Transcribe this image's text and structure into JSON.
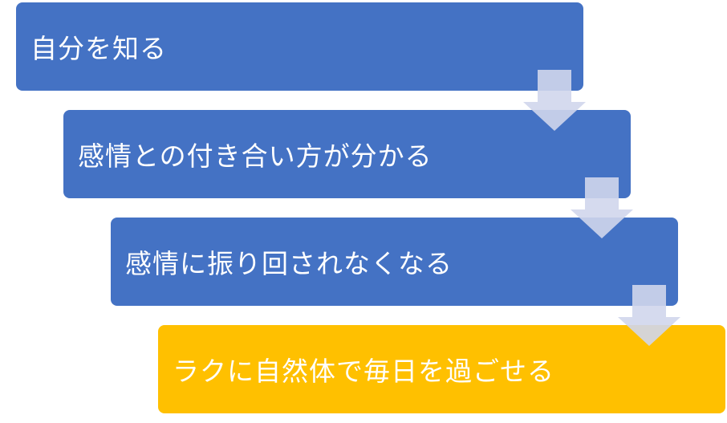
{
  "steps": [
    {
      "label": "自分を知る",
      "color": "#4472C4"
    },
    {
      "label": "感情との付き合い方が分かる",
      "color": "#4472C4"
    },
    {
      "label": "感情に振り回されなくなる",
      "color": "#4472C4"
    },
    {
      "label": "ラクに自然体で毎日を過ごせる",
      "color": "#FFC000"
    }
  ],
  "arrow_color": "#D0D6EC"
}
